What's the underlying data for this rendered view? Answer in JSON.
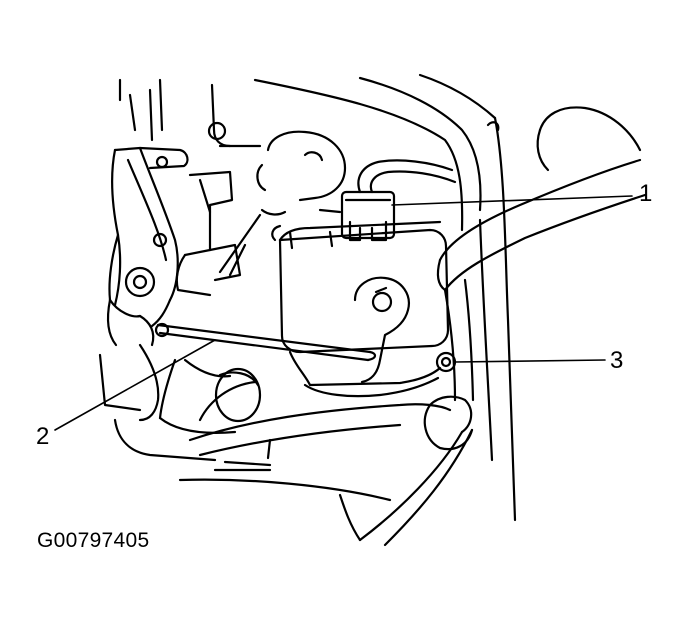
{
  "callouts": {
    "one": "1",
    "two": "2",
    "three": "3"
  },
  "figure_id": "G00797405",
  "colors": {
    "line": "#000000",
    "background": "#ffffff"
  }
}
